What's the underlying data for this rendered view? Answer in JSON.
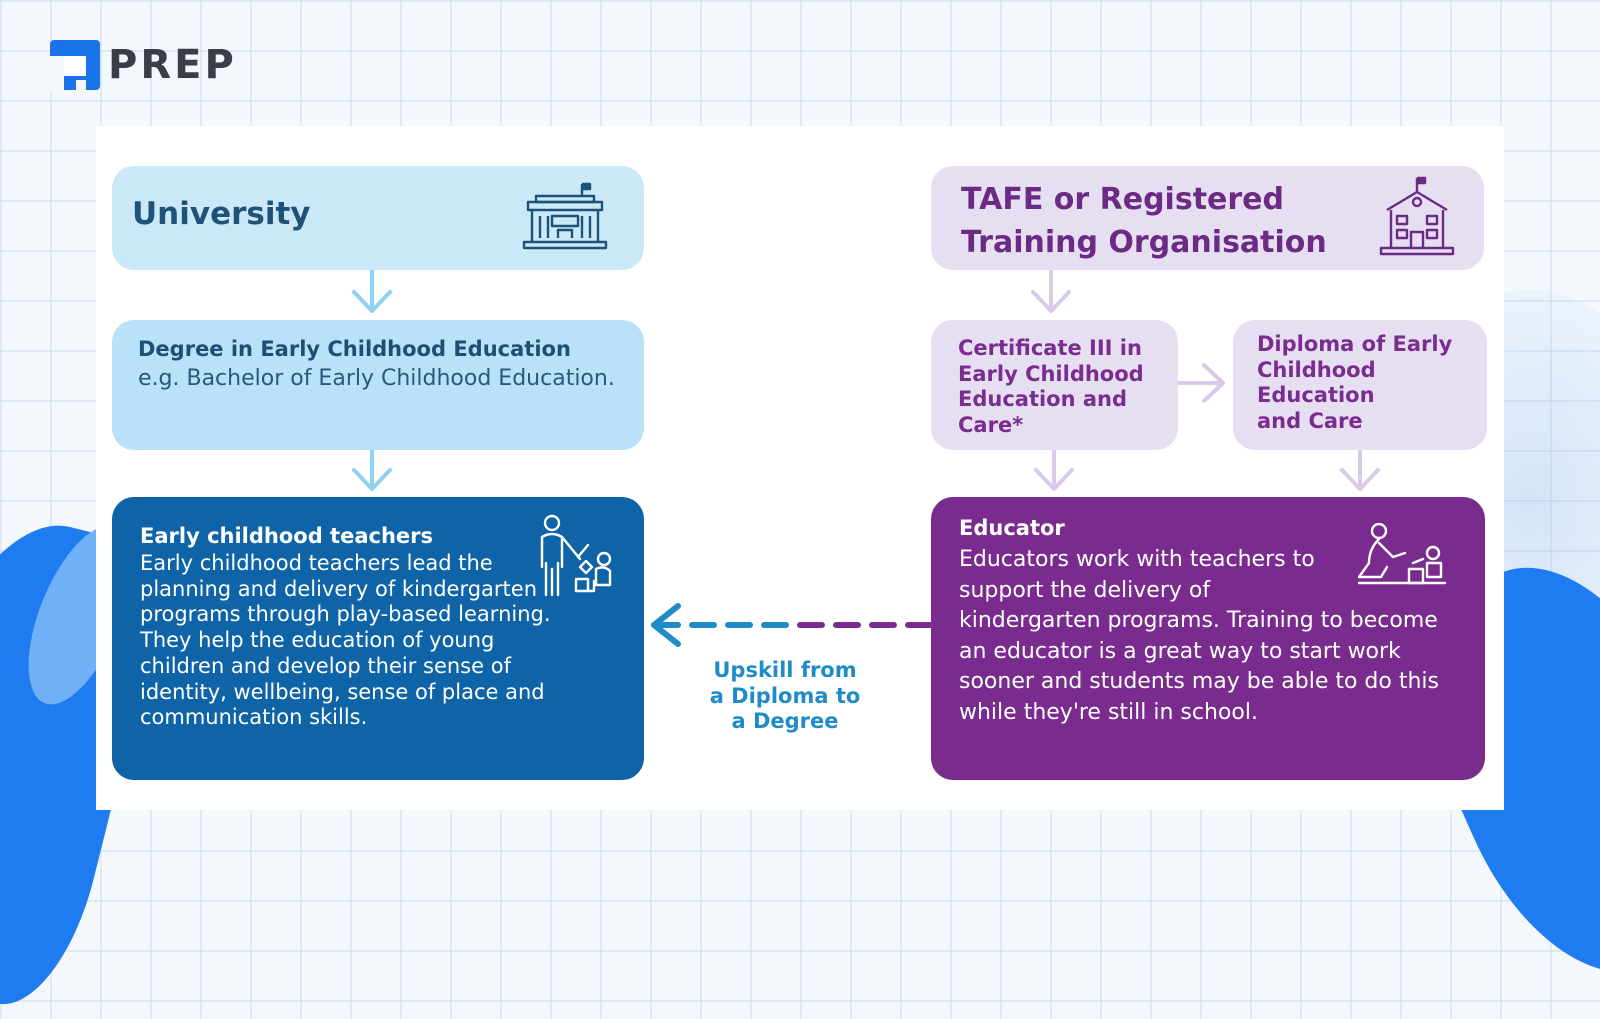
{
  "logo": {
    "text": "PREP",
    "color": "#1a73e8"
  },
  "university": {
    "title": "University",
    "degree_title": "Degree in Early Childhood Education",
    "degree_desc": "e.g. Bachelor of Early Childhood Education.",
    "teachers_title": "Early childhood teachers",
    "teachers_desc": "Early childhood teachers lead the planning and delivery of kindergarten programs through play-based learning. They help the education of young children and develop their sense of identity, wellbeing, sense of place and communication skills."
  },
  "tafe": {
    "title_line1": "TAFE or Registered",
    "title_line2": "Training Organisation",
    "cert_line1": "Certificate III in",
    "cert_line2": "Early Childhood",
    "cert_line3": "Education and",
    "cert_line4": "Care*",
    "diploma_line1": "Diploma of Early",
    "diploma_line2": "Childhood",
    "diploma_line3": "Education",
    "diploma_line4": "and Care",
    "educator_title": "Educator",
    "educator_desc_line1": "Educators work with teachers to",
    "educator_desc_line2": "support the delivery of",
    "educator_desc_rest": "kindergarten programs. Training to become an educator is a great way to start work sooner and students may be able to do this while they're still in school."
  },
  "upskill": {
    "line1": "Upskill from",
    "line2": "a Diploma to",
    "line3": "a Degree"
  },
  "colors": {
    "light_blue": "#cbe8f9",
    "dark_blue": "#0e64a6",
    "light_purple": "#e6def1",
    "dark_purple": "#7a2c8e",
    "arrow_blue": "#1f8cc8",
    "arrow_purple": "#7a2c8e"
  },
  "icons": {
    "university": "university-building-icon",
    "tafe": "school-building-icon",
    "teacher": "teacher-with-child-icon",
    "educator": "educator-playing-with-child-icon"
  }
}
